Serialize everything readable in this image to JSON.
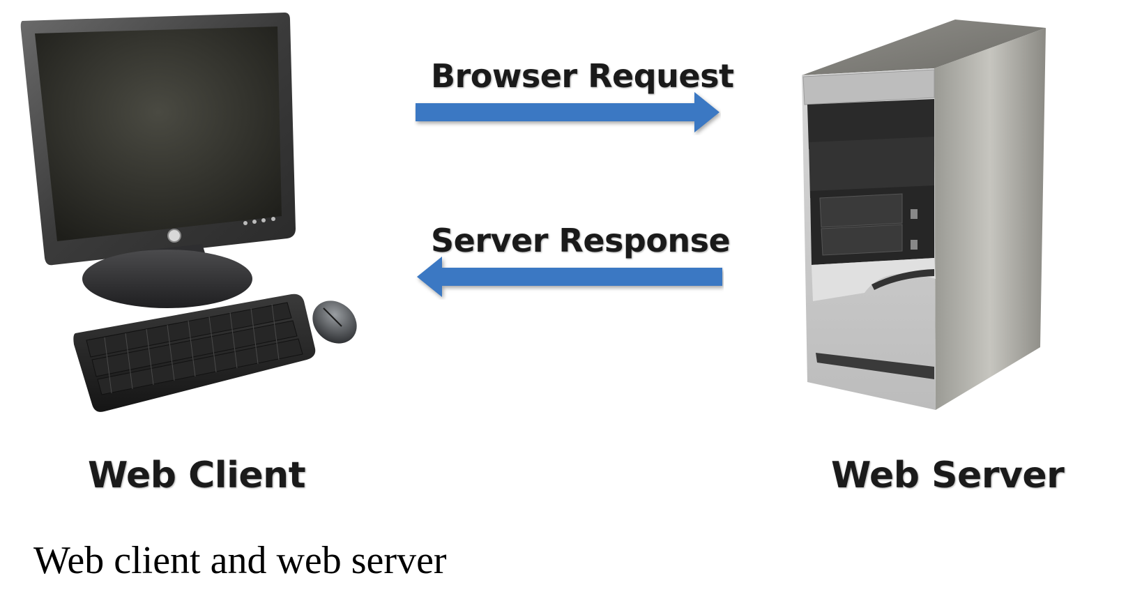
{
  "diagram": {
    "request_label": "Browser Request",
    "response_label": "Server Response",
    "client_label": "Web Client",
    "server_label": "Web Server",
    "arrow_color": "#3b78c3"
  },
  "caption": "Web client and web server"
}
